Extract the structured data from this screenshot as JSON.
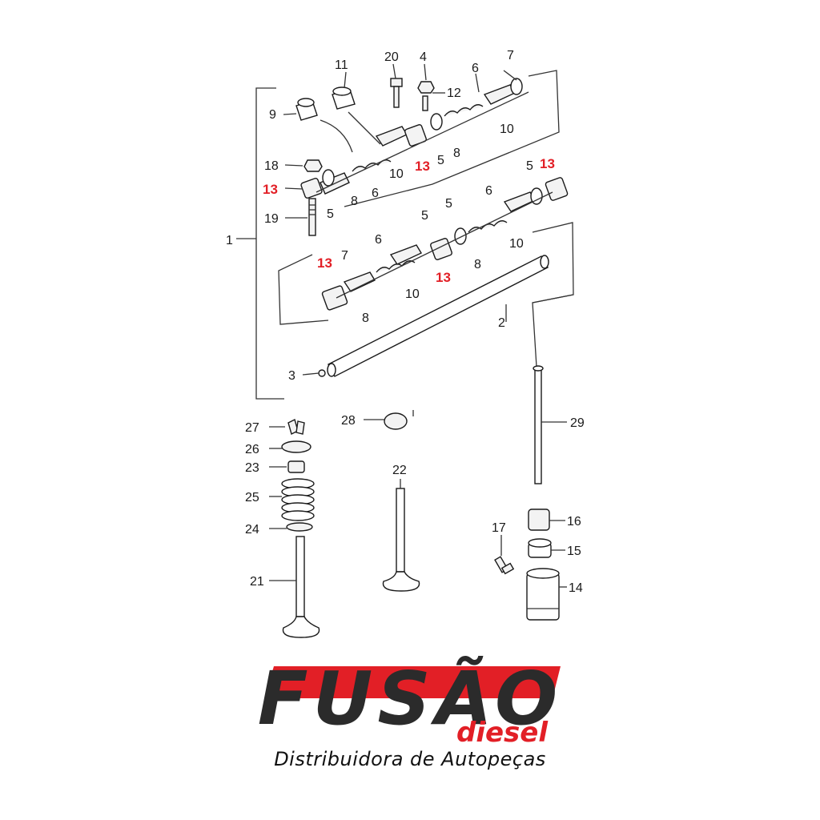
{
  "diagram": {
    "callouts_black": [
      "1",
      "2",
      "3",
      "4",
      "5",
      "6",
      "7",
      "8",
      "9",
      "10",
      "11",
      "12",
      "14",
      "15",
      "16",
      "17",
      "18",
      "19",
      "20",
      "21",
      "22",
      "23",
      "24",
      "25",
      "26",
      "27",
      "28",
      "29"
    ],
    "callouts_red": [
      "13"
    ],
    "colors": {
      "line": "#1a1a1a",
      "highlight": "#e21f26"
    }
  },
  "brand": {
    "name": "FUSÃO",
    "sub": "diesel",
    "tagline": "Distribuidora de Autopeças",
    "colors": {
      "primary": "#e21f26",
      "dark": "#2b2b2b"
    }
  }
}
